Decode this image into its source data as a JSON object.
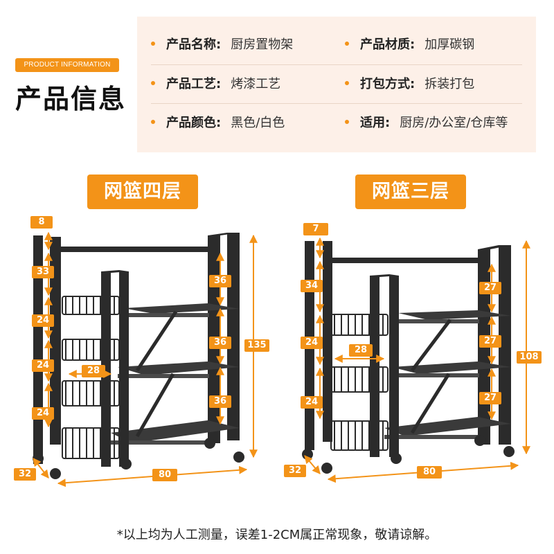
{
  "header": {
    "badge": "PRODUCT INFORMATION",
    "title": "产品信息"
  },
  "info": [
    [
      {
        "k": "产品名称:",
        "v": "厨房置物架"
      },
      {
        "k": "产品材质:",
        "v": "加厚碳钢"
      }
    ],
    [
      {
        "k": "产品工艺:",
        "v": "烤漆工艺"
      },
      {
        "k": "打包方式:",
        "v": "拆装打包"
      }
    ],
    [
      {
        "k": "产品颜色:",
        "v": "黑色/白色"
      },
      {
        "k": "适用:",
        "v": "厨房/办公室/仓库等"
      }
    ]
  ],
  "variants": [
    {
      "name": "网篮四层",
      "dims": {
        "top": "8",
        "gap1": "33",
        "gap2": "24",
        "gap3": "24",
        "gap4": "24",
        "shelf1": "36",
        "shelf2": "36",
        "shelf3": "36",
        "height": "135",
        "basket_width": "28",
        "depth": "32",
        "width": "80"
      }
    },
    {
      "name": "网篮三层",
      "dims": {
        "top": "7",
        "gap1": "34",
        "gap2": "24",
        "gap3": "24",
        "shelf1": "27",
        "shelf2": "27",
        "shelf3": "27",
        "height": "108",
        "basket_width": "28",
        "depth": "32",
        "width": "80"
      }
    }
  ],
  "footer": {
    "note": "*以上均为人工测量，误差1-2CM属正常现象，敬请谅解。"
  },
  "colors": {
    "accent": "#f39318",
    "panel": "#fdf0e8",
    "frame": "#2b2b2b"
  }
}
